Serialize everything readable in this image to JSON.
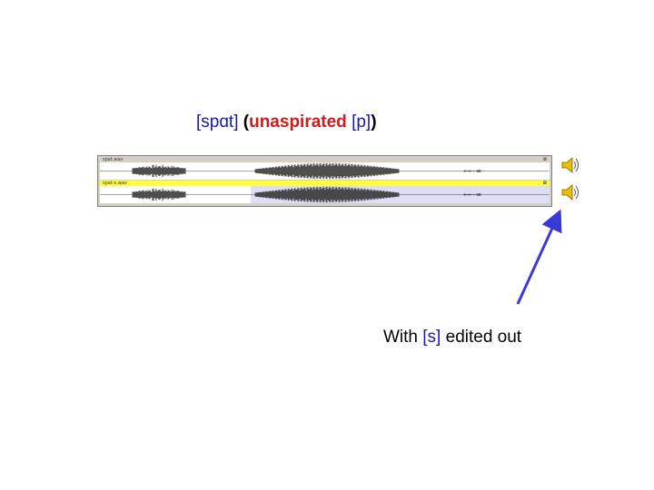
{
  "title": {
    "bracket_word": "[spɑt]",
    "open_paren": "(",
    "emphasis": "unaspirated",
    "bracket_p": "[p]",
    "close_paren": ")"
  },
  "tracks": [
    {
      "label": "spat.wav",
      "close": "⊠"
    },
    {
      "label": "spat-s.wav",
      "close": "⊠"
    }
  ],
  "caption": {
    "prefix": "With",
    "bracket_s": "[s]",
    "suffix": "edited out"
  },
  "colors": {
    "title_blue": "#1a1aa6",
    "title_red": "#d11a1a",
    "selected_track": "#ffff33",
    "selection_region": "#c8c8f0",
    "arrow": "#3a3ad8"
  },
  "icons": [
    "speaker-icon",
    "speaker-icon",
    "arrow-icon"
  ]
}
